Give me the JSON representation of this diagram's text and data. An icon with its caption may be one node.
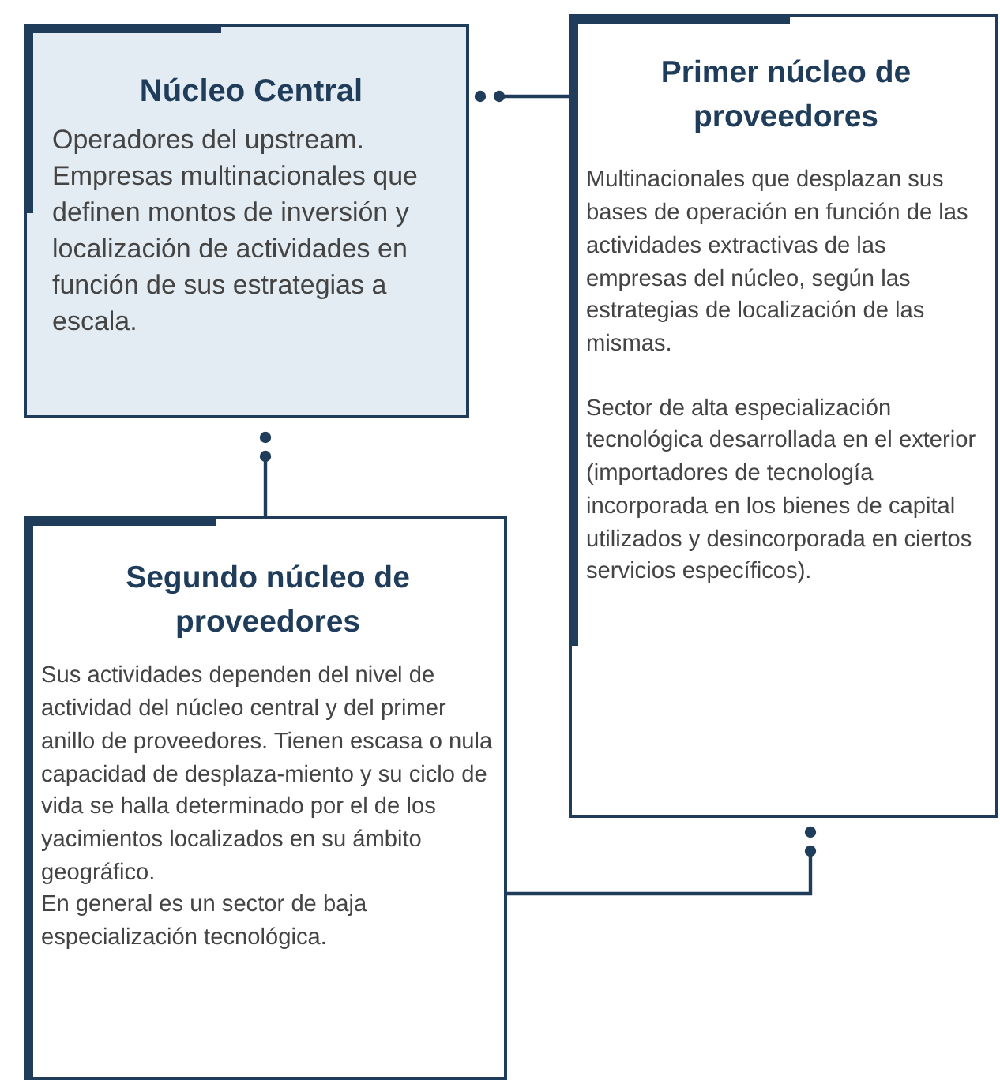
{
  "diagram": {
    "nodes": [
      {
        "text": [
          "Núcleo Central",
          "Operadores del upstream. Empresas multinacionales que definen montos de inversión y localización de actividades en función de sus estrategias a escala."
        ]
      },
      {
        "text": [
          "Primer núcleo de proveedores",
          "Multinacionales que desplazan sus bases de operación en función de las actividades extractivas de las empresas del núcleo, según las estrategias de localización de las mismas.",
          "Sector de alta especialización tecnológica desarrollada en el exterior (importadores de tecnología incorporada en los bienes de capital utilizados y desincorporada en ciertos servicios específicos)."
        ]
      },
      {
        "text": [
          "Segundo núcleo de proveedores",
          "Sus actividades dependen del nivel de actividad del núcleo central y del primer anillo de proveedores. Tienen escasa o nula capacidad de desplaza-miento y su ciclo de vida se halla determinado por el de los yacimientos localizados en su ámbito geográfico.",
          "En general es un sector de baja especialización tecnológica."
        ]
      }
    ],
    "edges": [
      {
        "from": 1,
        "to": 0,
        "arrow": "other"
      },
      {
        "from": 2,
        "to": 0,
        "arrow": "other"
      },
      {
        "from": 2,
        "to": 1,
        "arrow": "other"
      }
    ]
  }
}
